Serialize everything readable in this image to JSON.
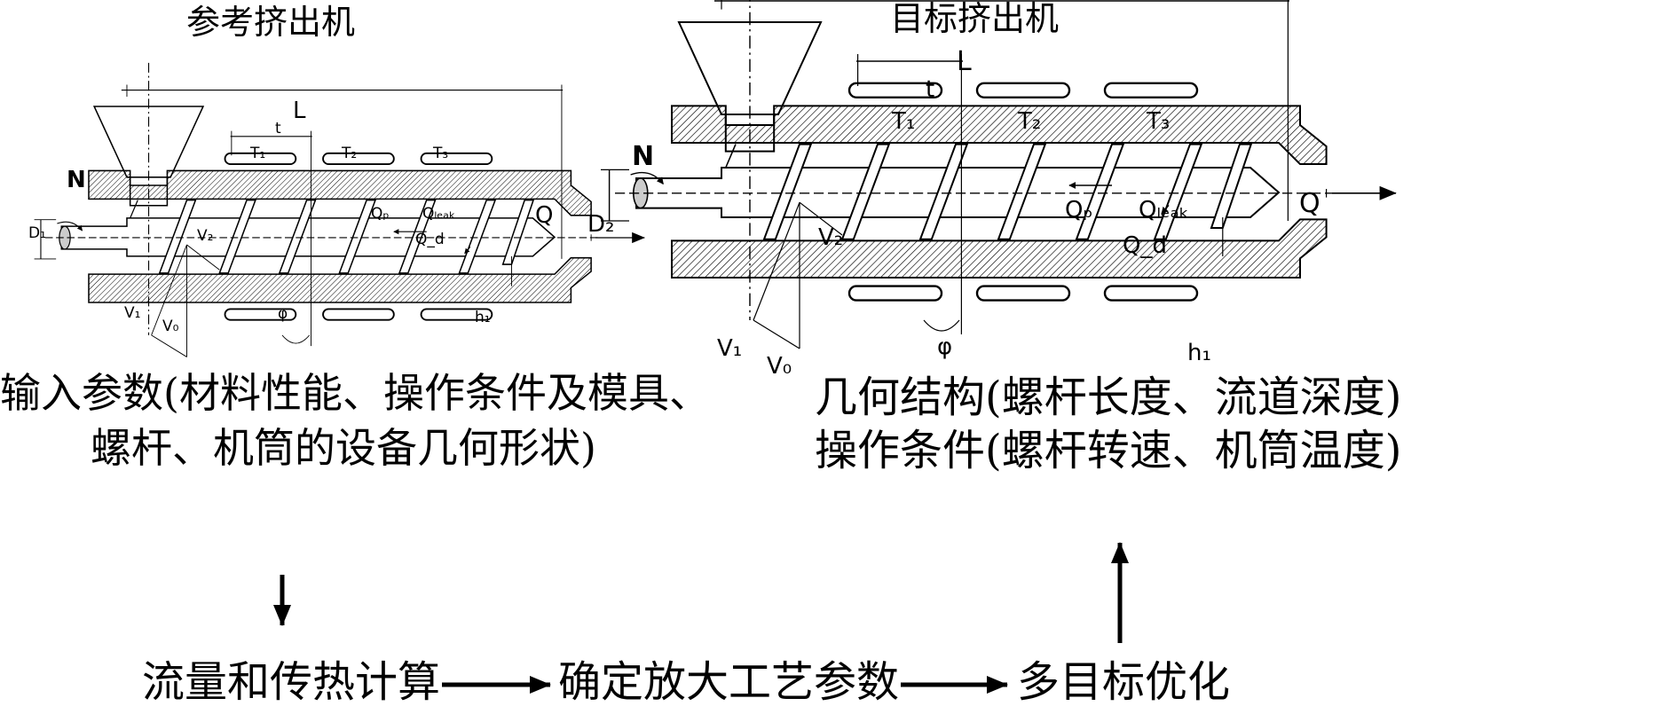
{
  "ref": {
    "title": "参考挤出机",
    "labels": {
      "L": "L",
      "t": "t",
      "T1": "T₁",
      "T2": "T₂",
      "T3": "T₃",
      "N": "N",
      "D": "D₁",
      "Q": "Q",
      "Qp": "Qₚ",
      "Qleak": "Qₗₑₐₖ",
      "Qd": "Q_d",
      "V0": "V₀",
      "V1": "V₁",
      "V2": "V₂",
      "phi": "φ",
      "h": "h₁"
    }
  },
  "target": {
    "title": "目标挤出机",
    "labels": {
      "L": "L",
      "t": "t",
      "T1": "T₁",
      "T2": "T₂",
      "T3": "T₃",
      "N": "N",
      "D": "D₂",
      "Q": "Q",
      "Qp": "Qₚ",
      "Qleak": "Qₗₑₐₖ",
      "Qd": "Q_d",
      "V0": "V₀",
      "V1": "V₁",
      "V2": "V₂",
      "phi": "φ",
      "h": "h₁"
    }
  },
  "text": {
    "input_line1": "输入参数(材料性能、操作条件及模具、",
    "input_line2": "螺杆、机筒的设备几何形状)",
    "geom_line1": "几何结构(螺杆长度、流道深度)",
    "geom_line2": "操作条件(螺杆转速、机筒温度)"
  },
  "flow": {
    "step1": "流量和传热计算",
    "step2": "确定放大工艺参数",
    "step3": "多目标优化"
  }
}
